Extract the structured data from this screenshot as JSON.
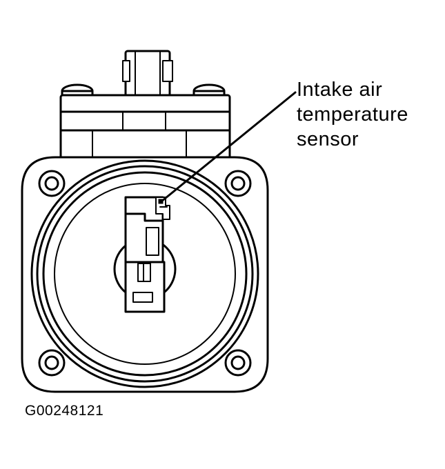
{
  "callout": {
    "lines": [
      "Intake air",
      "temperature",
      "sensor"
    ]
  },
  "figure_id": "G00248121",
  "colors": {
    "line": "#000000",
    "background": "#ffffff"
  }
}
